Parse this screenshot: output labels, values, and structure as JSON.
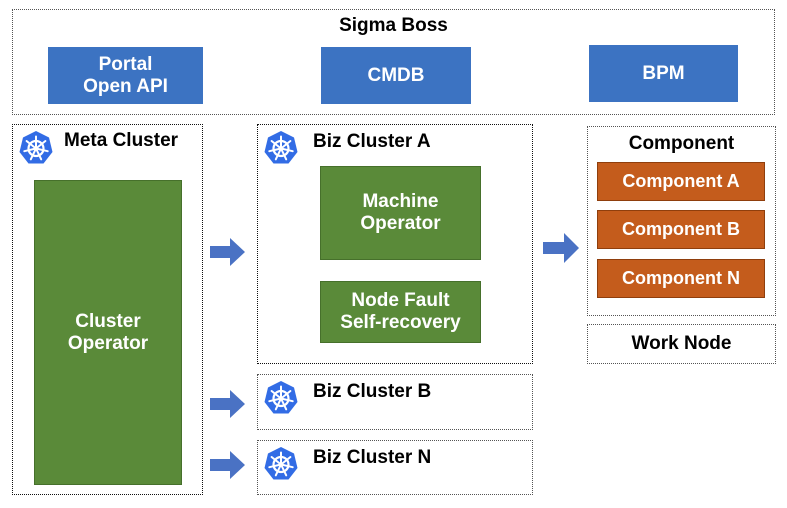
{
  "sigma_boss": {
    "title": "Sigma Boss",
    "items": [
      "Portal\nOpen API",
      "CMDB",
      "BPM"
    ]
  },
  "meta_cluster": {
    "title": "Meta Cluster",
    "operator": "Cluster\nOperator"
  },
  "biz_cluster_a": {
    "title": "Biz Cluster A",
    "machine_operator": "Machine\nOperator",
    "node_fault": "Node Fault\nSelf-recovery"
  },
  "biz_cluster_b": {
    "title": "Biz Cluster B"
  },
  "biz_cluster_n": {
    "title": "Biz Cluster N"
  },
  "component_panel": {
    "title": "Component",
    "items": [
      "Component A",
      "Component B",
      "Component N"
    ]
  },
  "work_node": {
    "label": "Work Node"
  },
  "colors": {
    "blue_box": "#3c73c2",
    "green_box": "#5a8a39",
    "orange_box": "#c45c1c",
    "arrow": "#4a72c4",
    "kubernetes_logo": "#326ce5"
  },
  "icons": [
    "kubernetes-icon",
    "right-arrow-icon"
  ]
}
